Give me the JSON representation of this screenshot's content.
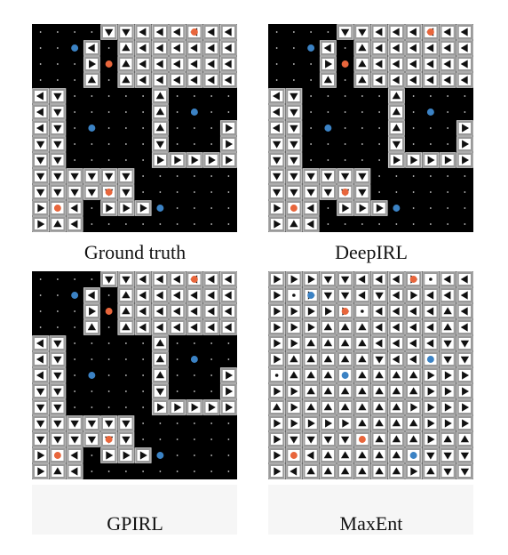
{
  "panels": [
    {
      "caption": "Ground truth",
      "grid": [
        "....DDLLLLLL",
        "...L.ULLLLLL",
        "...R.ULLLLLL",
        "...U.ULLLLLL",
        "LD.....U....",
        "LD.....U....",
        "LD.....U...R",
        "DD.....D...R",
        "DD.....RRRRR",
        "DDDDDD......",
        "DDDDDD......",
        "RCL.RRR.....",
        "RUL........."
      ],
      "dots": [
        {
          "row": 1,
          "col": 2,
          "color": "blue"
        },
        {
          "row": 0,
          "col": 9,
          "color": "orange"
        },
        {
          "row": 2,
          "col": 4,
          "color": "orange"
        },
        {
          "row": 5,
          "col": 9,
          "color": "blue"
        },
        {
          "row": 6,
          "col": 3,
          "color": "blue"
        },
        {
          "row": 10,
          "col": 4,
          "color": "orange"
        },
        {
          "row": 11,
          "col": 1,
          "color": "orange"
        },
        {
          "row": 11,
          "col": 7,
          "color": "blue"
        }
      ]
    },
    {
      "caption": "DeepIRL",
      "grid": [
        "....DDLLLLLL",
        "...L.ULLLLLL",
        "...R.ULLLLLL",
        "...U.ULLLLLL",
        "LD.....U....",
        "LD.....U....",
        "LD.....U...R",
        "DD.....D...R",
        "DD.....RRRRR",
        "DDDDDD......",
        "DDDDDD......",
        "RCL.RRR.....",
        "RUL........."
      ],
      "dots": [
        {
          "row": 1,
          "col": 2,
          "color": "blue"
        },
        {
          "row": 0,
          "col": 9,
          "color": "orange"
        },
        {
          "row": 2,
          "col": 4,
          "color": "orange"
        },
        {
          "row": 5,
          "col": 9,
          "color": "blue"
        },
        {
          "row": 6,
          "col": 3,
          "color": "blue"
        },
        {
          "row": 10,
          "col": 4,
          "color": "orange"
        },
        {
          "row": 11,
          "col": 1,
          "color": "orange"
        },
        {
          "row": 11,
          "col": 7,
          "color": "blue"
        }
      ]
    },
    {
      "caption": "GPIRL",
      "grid": [
        "....DDLLLLLL",
        "...L.ULLLLLL",
        "...R.ULLLLLL",
        "...U.ULLLLLL",
        "LD.....U....",
        "LD.....U....",
        "LD.....U...R",
        "DD.....D...R",
        "DD.....RRRRR",
        "DDDDDD......",
        "DDDDDD......",
        "RCL.RRR.....",
        "RUL........."
      ],
      "dots": [
        {
          "row": 1,
          "col": 2,
          "color": "blue"
        },
        {
          "row": 0,
          "col": 9,
          "color": "orange"
        },
        {
          "row": 2,
          "col": 4,
          "color": "orange"
        },
        {
          "row": 5,
          "col": 9,
          "color": "blue"
        },
        {
          "row": 6,
          "col": 3,
          "color": "blue"
        },
        {
          "row": 10,
          "col": 4,
          "color": "orange"
        },
        {
          "row": 11,
          "col": 1,
          "color": "orange"
        },
        {
          "row": 11,
          "col": 7,
          "color": "blue"
        }
      ]
    },
    {
      "caption": "MaxEnt",
      "grid": [
        "RRRDDLLLRCLL",
        "RCRDDLDLRLLL",
        "RRRRRCLLLLUL",
        "RRRUUULLLLUL",
        "RRUUUULLLLDD",
        "RUUUUUDLLCDD",
        "CUUUCUUUURRR",
        "RRUUUUUUURRR",
        "URUUUUUURRRR",
        "RRRRRUUUURRR",
        "RDDDDCUUURUU",
        "RCLUUUUUCDDD",
        "RLUUUUUURUDD"
      ],
      "dots": [
        {
          "row": 0,
          "col": 8,
          "color": "orange"
        },
        {
          "row": 1,
          "col": 2,
          "color": "blue"
        },
        {
          "row": 2,
          "col": 4,
          "color": "orange"
        },
        {
          "row": 5,
          "col": 9,
          "color": "blue"
        },
        {
          "row": 6,
          "col": 4,
          "color": "blue"
        },
        {
          "row": 10,
          "col": 5,
          "color": "orange"
        },
        {
          "row": 11,
          "col": 1,
          "color": "orange"
        },
        {
          "row": 11,
          "col": 8,
          "color": "blue"
        }
      ]
    }
  ],
  "colors": {
    "background": "#000000",
    "cell": "#9a9a9a",
    "cell_light": "#ffffff",
    "arrow": "#111111",
    "dot_blue": "#3b82c4",
    "dot_orange": "#e8663c",
    "grid_dot": "#cfcfcf"
  }
}
